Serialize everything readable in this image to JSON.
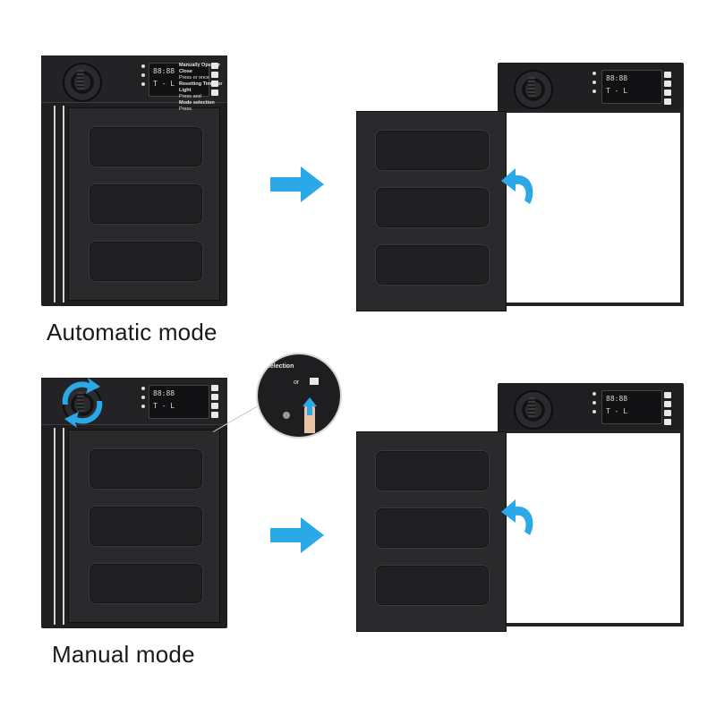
{
  "labels": {
    "automatic": "Automatic mode",
    "manual": "Manual mode"
  },
  "control_panel": {
    "lcd_line1": "88:88",
    "lcd_line2": "T - L",
    "legend_1_title": "Manually Open or Close",
    "legend_1_text": "Press  or  once",
    "legend_2_title": "Resetting Timer or Light",
    "legend_2_text": "Press  and ",
    "legend_3_title": "Mode selection",
    "legend_3_text": "Press "
  },
  "zoom_callout": {
    "text_top": "selection",
    "text_or": "or"
  },
  "colors": {
    "door": "#2a2a2c",
    "frame": "#232326",
    "arrow": "#2aa8e8"
  },
  "icons": [
    "right-arrow-icon",
    "curved-arrow-icon",
    "rotation-arrows-icon",
    "finger-press-icon"
  ]
}
